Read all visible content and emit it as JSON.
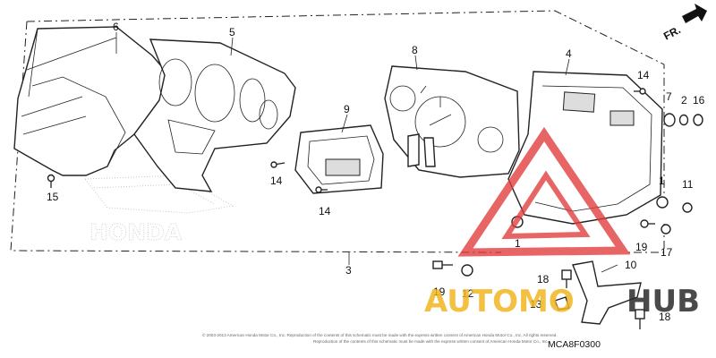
{
  "diagram": {
    "code": "MCA8F0300",
    "copyright_line1": "© 2003-2013 American Honda Motor Co., Inc. Reproduction of the contents of this schematic must be made with the express written consent of American Honda Motor Co., Inc. All rights reserved.",
    "copyright_line2": "Reproduction of the contents of this schematic must be made with the express written consent of American Honda Motor Co., Inc.",
    "front_arrow": "FR.",
    "brand_mark": "HONDA",
    "watermark_left": "AUTOMO",
    "watermark_right": "HUB",
    "watermark_colors": {
      "yellow": "#f2b620",
      "dark": "#2b2b2b",
      "red": "#e23a3a"
    }
  },
  "callouts": {
    "c1a": "1",
    "c1b": "1",
    "c2": "2",
    "c3": "3",
    "c4": "4",
    "c5": "5",
    "c6": "6",
    "c7": "7",
    "c8": "8",
    "c9": "9",
    "c10": "10",
    "c11": "11",
    "c12": "12",
    "c13": "13",
    "c14a": "14",
    "c14b": "14",
    "c14c": "14",
    "c15": "15",
    "c16": "16",
    "c17": "17",
    "c18a": "18",
    "c18b": "18",
    "c19a": "19",
    "c19b": "19"
  }
}
